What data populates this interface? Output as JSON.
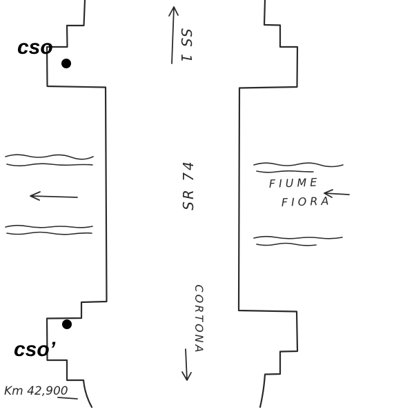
{
  "page": {
    "background": "#ffffff"
  },
  "sketch": {
    "ink_color": "#2a2a2a",
    "annotation_color": "#000000",
    "labels": {
      "marker_top": "cso",
      "marker_bottom": "cso’",
      "route_top": "SS 1",
      "route_main": "SR 74",
      "destination_bottom": "CORTONA",
      "river_word1": "FIUME",
      "river_word2": "FIORA",
      "km_marker": "Km 42,900"
    }
  }
}
